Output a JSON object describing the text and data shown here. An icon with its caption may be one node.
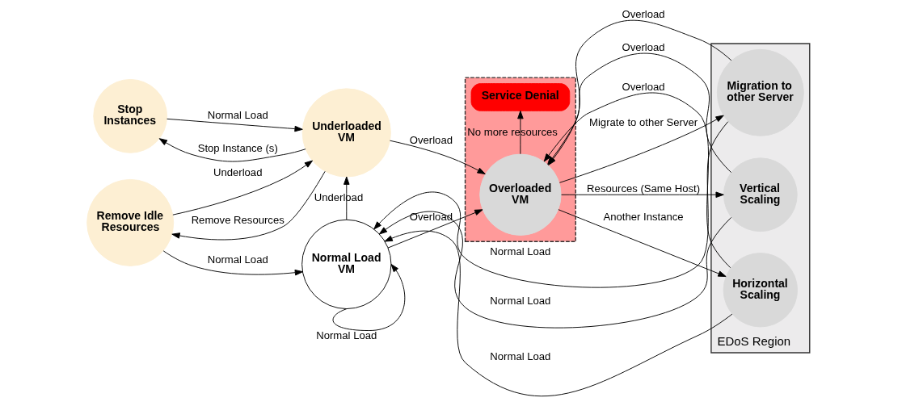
{
  "diagram": {
    "nodes": [
      {
        "text": [
          "EDoS Region"
        ]
      },
      {
        "text": [],
        "shape": "box"
      },
      {
        "text": [
          "Service Denial"
        ],
        "in": 1
      },
      {
        "text": [
          "Stop Instances"
        ]
      },
      {
        "text": [
          "Underloaded VM"
        ]
      },
      {
        "text": [
          "Remove Idle Resources"
        ]
      },
      {
        "text": [
          "Normal Load VM"
        ]
      },
      {
        "text": [
          "Overloaded VM"
        ],
        "in": 1
      },
      {
        "text": [
          "Migration to other Server"
        ],
        "in": 0
      },
      {
        "text": [
          "Vertical Scaling"
        ],
        "in": 0
      },
      {
        "text": [
          "Horizontal Scaling"
        ],
        "in": 0
      }
    ],
    "edges": [
      {
        "from": 4,
        "to": 3,
        "arrow": "to",
        "label": "Stop Instance (s)"
      },
      {
        "from": 3,
        "to": 4,
        "arrow": "to",
        "label": "Normal Load"
      },
      {
        "from": 5,
        "to": 4,
        "arrow": "to",
        "label": "Underload"
      },
      {
        "from": 4,
        "to": 5,
        "arrow": "to",
        "label": "Remove Resources"
      },
      {
        "from": 5,
        "to": 6,
        "arrow": "to",
        "label": "Normal Load"
      },
      {
        "from": 6,
        "to": 4,
        "arrow": "to",
        "label": "Underload"
      },
      {
        "from": 6,
        "to": 6,
        "arrow": "to",
        "label": "Normal Load"
      },
      {
        "from": 4,
        "to": 7,
        "arrow": "to",
        "label": "Overload"
      },
      {
        "from": 6,
        "to": 7,
        "arrow": "to",
        "label": "Overload"
      },
      {
        "from": 7,
        "to": 2,
        "arrow": "to",
        "label": "No more resources"
      },
      {
        "from": 8,
        "to": 6,
        "arrow": "to",
        "label": "Normal Load"
      },
      {
        "from": 7,
        "to": 8,
        "arrow": "to",
        "label": "Migrate to other Server"
      },
      {
        "from": 8,
        "to": 7,
        "arrow": "to",
        "label": "Overload"
      },
      {
        "from": 9,
        "to": 7,
        "arrow": "to",
        "label": "Overload"
      },
      {
        "from": 7,
        "to": 9,
        "arrow": "to",
        "label": "Resources (Same Host)"
      },
      {
        "from": 9,
        "to": 6,
        "arrow": "to",
        "label": "Normal Load"
      },
      {
        "from": 10,
        "to": 7,
        "arrow": "to",
        "label": "Overload"
      },
      {
        "from": 7,
        "to": 10,
        "arrow": "to",
        "label": "Another Instance"
      },
      {
        "from": 10,
        "to": 6,
        "arrow": "to",
        "label": "Normal Load"
      }
    ]
  }
}
